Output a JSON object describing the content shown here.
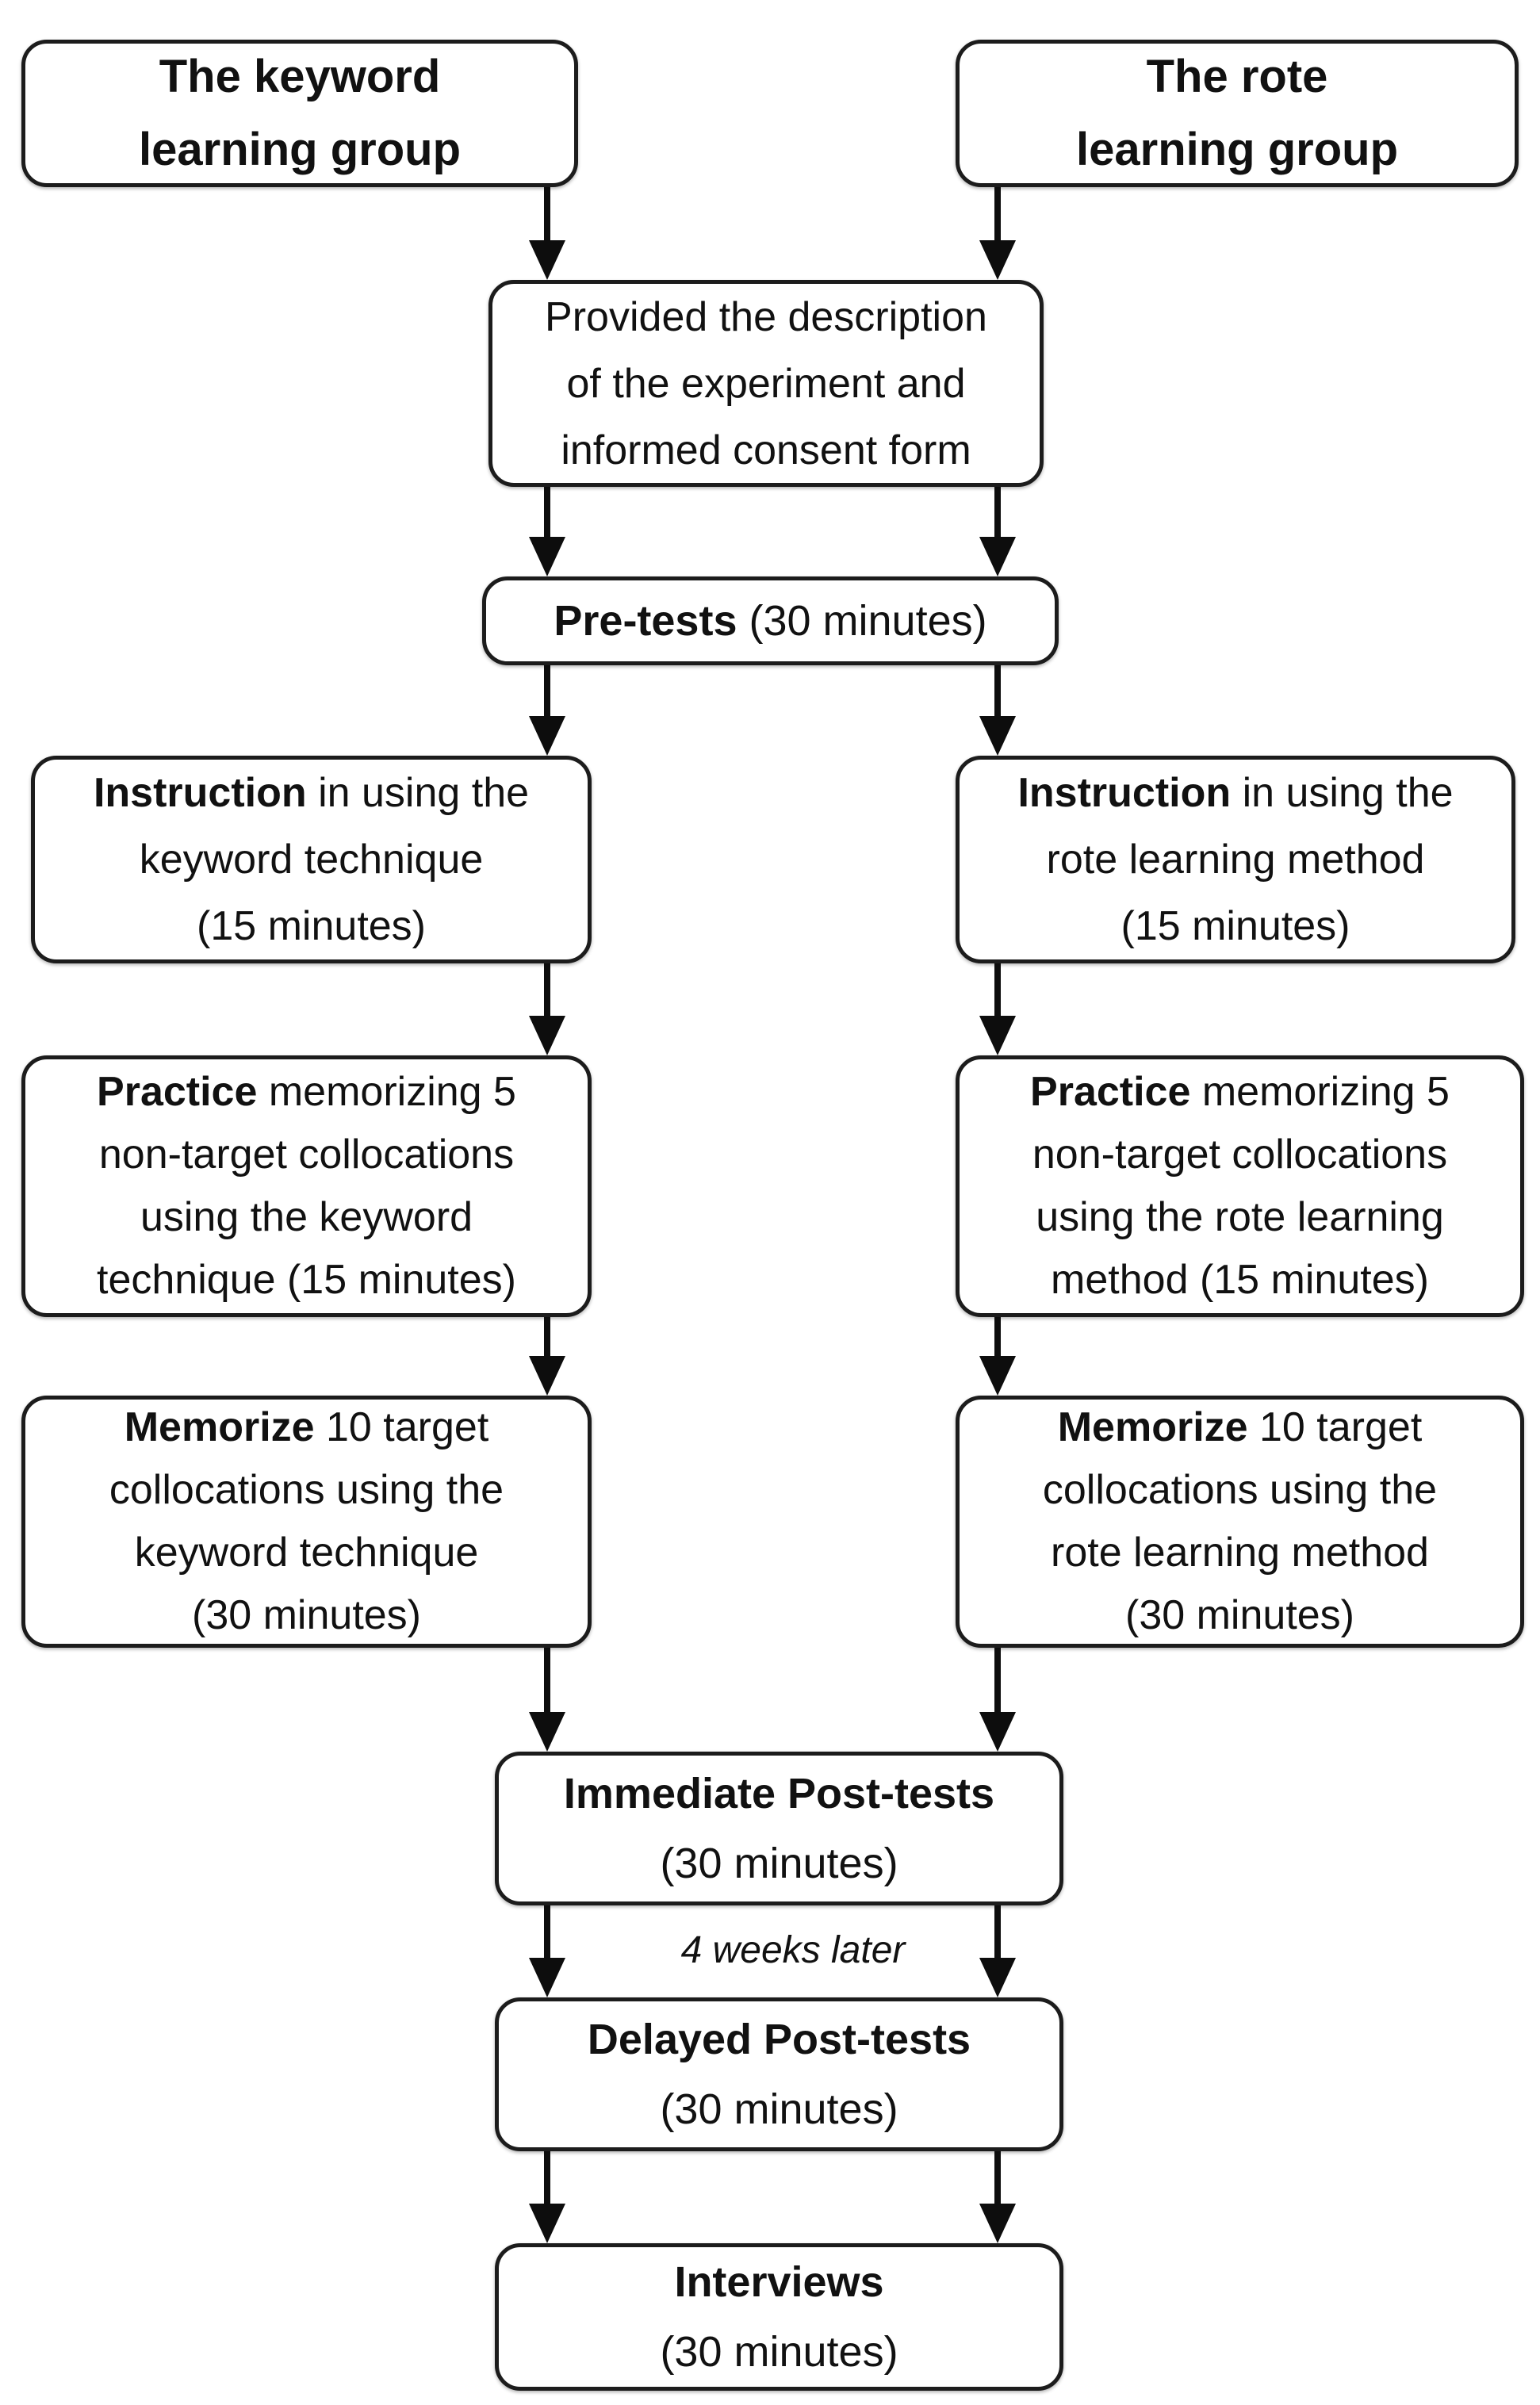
{
  "colors": {
    "border": "#1c1c1c",
    "arrow": "#0d0d0d",
    "background": "#ffffff"
  },
  "nodes": {
    "keyword_group": {
      "l1": "The keyword",
      "l2": "learning group"
    },
    "rote_group": {
      "l1": "The rote",
      "l2": "learning group"
    },
    "consent": {
      "l1": "Provided the description",
      "l2": "of the experiment and",
      "l3": "informed consent form"
    },
    "pretests": {
      "b": "Pre-tests",
      "r": " (30 minutes)"
    },
    "instruction_left": {
      "b": "Instruction",
      "r": " in using the",
      "l2": "keyword technique",
      "l3": "(15 minutes)"
    },
    "instruction_right": {
      "b": "Instruction",
      "r": " in using the",
      "l2": "rote learning method",
      "l3": "(15 minutes)"
    },
    "practice_left": {
      "b": "Practice",
      "r": " memorizing 5",
      "l2": "non-target collocations",
      "l3": "using the keyword",
      "l4": "technique (15 minutes)"
    },
    "practice_right": {
      "b": "Practice",
      "r": " memorizing 5",
      "l2": "non-target collocations",
      "l3": "using the rote learning",
      "l4": "method (15 minutes)"
    },
    "memorize_left": {
      "b": "Memorize",
      "r": " 10 target",
      "l2": "collocations  using the",
      "l3": "keyword technique",
      "l4": "(30 minutes)"
    },
    "memorize_right": {
      "b": "Memorize",
      "r": " 10 target",
      "l2": "collocations  using the",
      "l3": "rote learning method",
      "l4": "(30 minutes)"
    },
    "immediate": {
      "b": "Immediate Post-tests",
      "l2": "(30 minutes)"
    },
    "delayed": {
      "b": "Delayed Post-tests",
      "l2": "(30 minutes)"
    },
    "interviews": {
      "b": "Interviews",
      "l2": "(30 minutes)"
    }
  },
  "annotation": {
    "text": "4 weeks later"
  }
}
